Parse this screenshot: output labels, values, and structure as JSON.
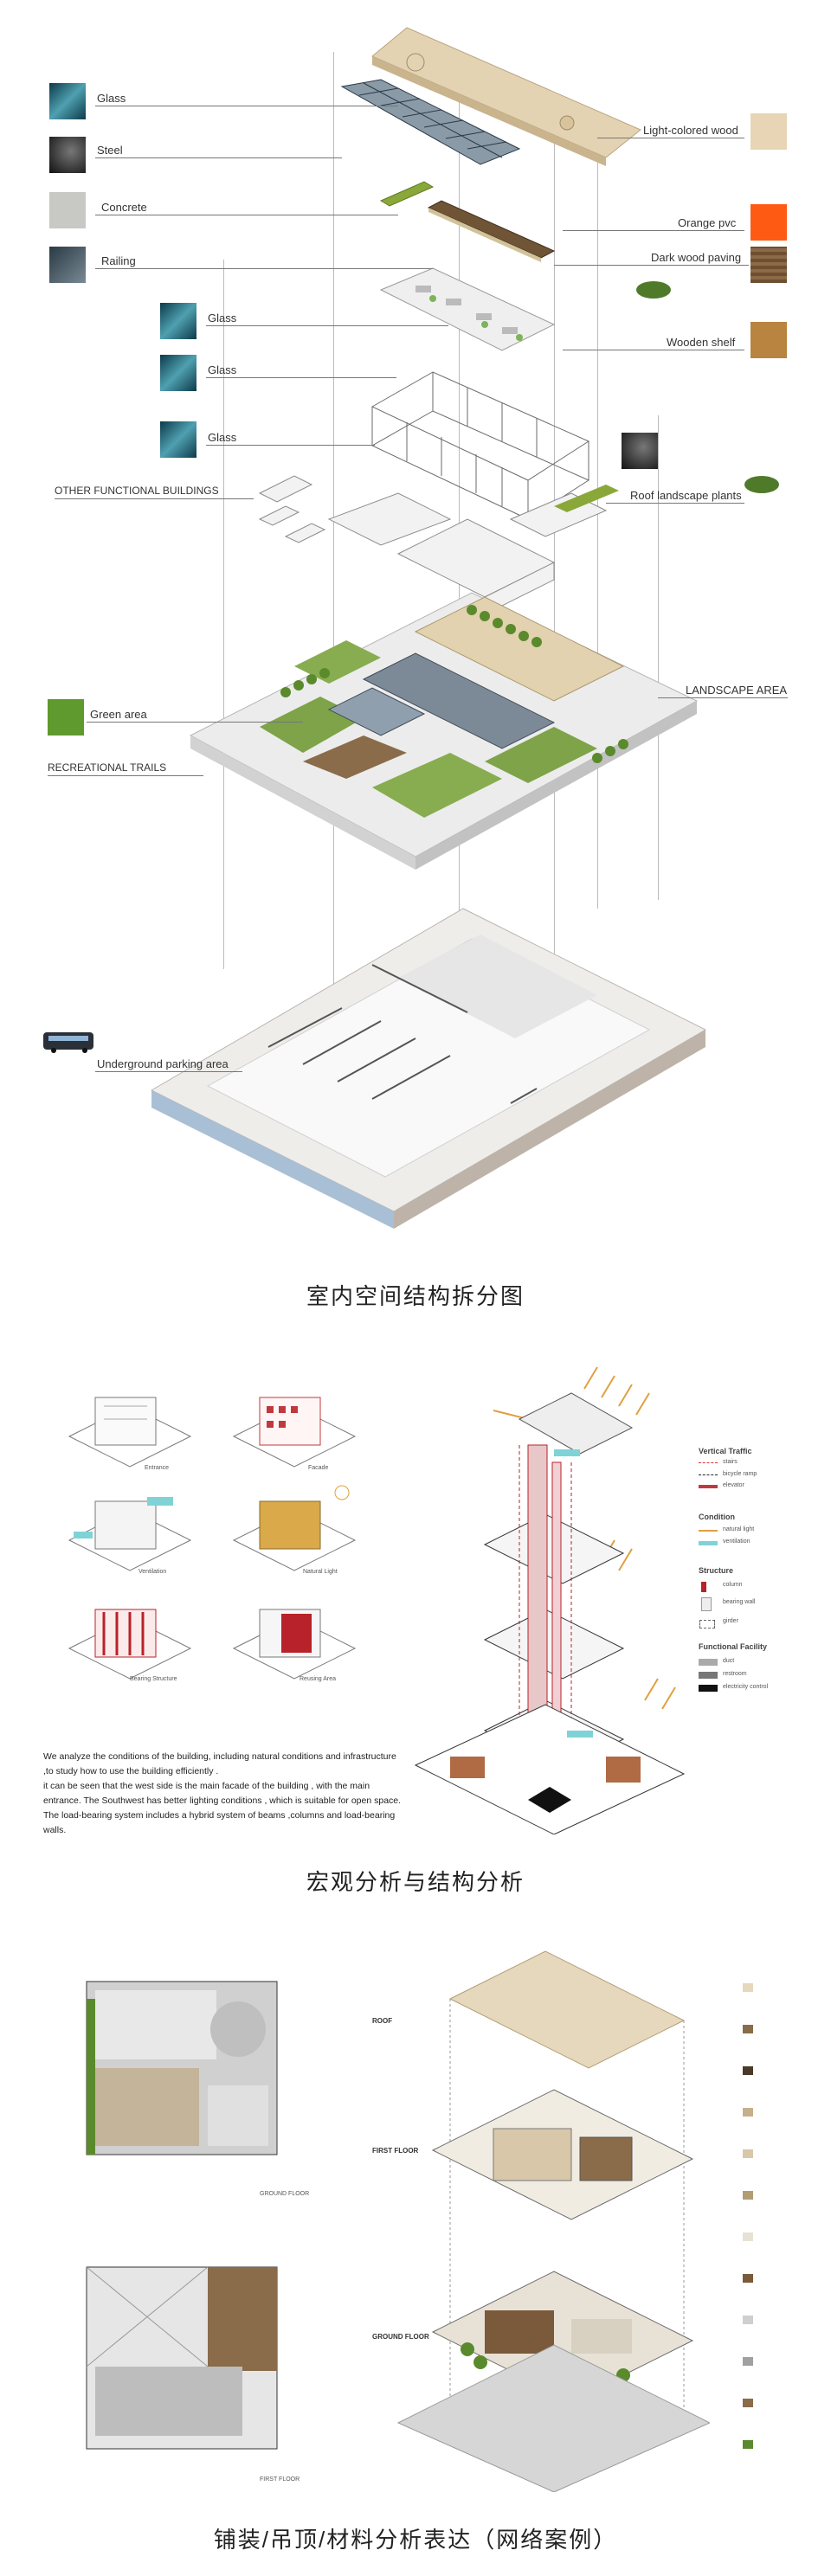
{
  "section1": {
    "left_labels": [
      "Glass",
      "Steel",
      "Concrete",
      "Railing",
      "Glass",
      "Glass",
      "Glass",
      "OTHER FUNCTIONAL BUILDINGS",
      "Green area",
      "RECREATIONAL TRAILS",
      "Underground parking area"
    ],
    "right_labels": [
      "Light-colored wood",
      "Orange pvc",
      "Dark wood paving",
      "Wooden shelf",
      "Roof landscape plants",
      "LANDSCAPE AREA"
    ],
    "caption": "室内空间结构拆分图"
  },
  "section2": {
    "cube_labels": [
      "Entrance",
      "Facade",
      "Ventilation",
      "Natural Light",
      "Bearing Structure",
      "Reusing Area"
    ],
    "legend": {
      "vertical_traffic_title": "Vertical Traffic",
      "vertical_traffic": [
        "stairs",
        "bicycle ramp",
        "elevator"
      ],
      "condition_title": "Condition",
      "condition": [
        "natural light",
        "ventilation"
      ],
      "structure_title": "Structure",
      "structure": [
        "column",
        "bearing wall",
        "girder"
      ],
      "functional_title": "Functional Facility",
      "functional": [
        "duct",
        "restroom",
        "electricity control"
      ]
    },
    "paragraph": [
      "We analyze the conditions of the building, including natural conditions and infrastructure",
      ",to study how to use the building efficiently .",
      "it can be seen that the west side is the main facade of the building , with the main",
      "entrance. The Southwest has better lighting conditions , which is suitable for open space.",
      "The load-bearing system includes a hybrid system of beams ,columns and load-bearing",
      "walls."
    ],
    "caption": "宏观分析与结构分析"
  },
  "section3": {
    "plan_titles": [
      "GROUND FLOOR",
      "FIRST FLOOR"
    ],
    "exploded_headers": [
      "ROOF",
      "FIRST FLOOR",
      "GROUND FLOOR"
    ],
    "caption": "铺装/吊顶/材料分析表达（网络案例）"
  },
  "colors": {
    "wood_light": "#e4d3b3",
    "orange": "#ff5a14",
    "dark_wood": "#7a5a3a",
    "shelf_wood": "#b8843f",
    "green": "#6a9a3a",
    "red_struct": "#b8222a",
    "glass": "#1c4f5e"
  }
}
